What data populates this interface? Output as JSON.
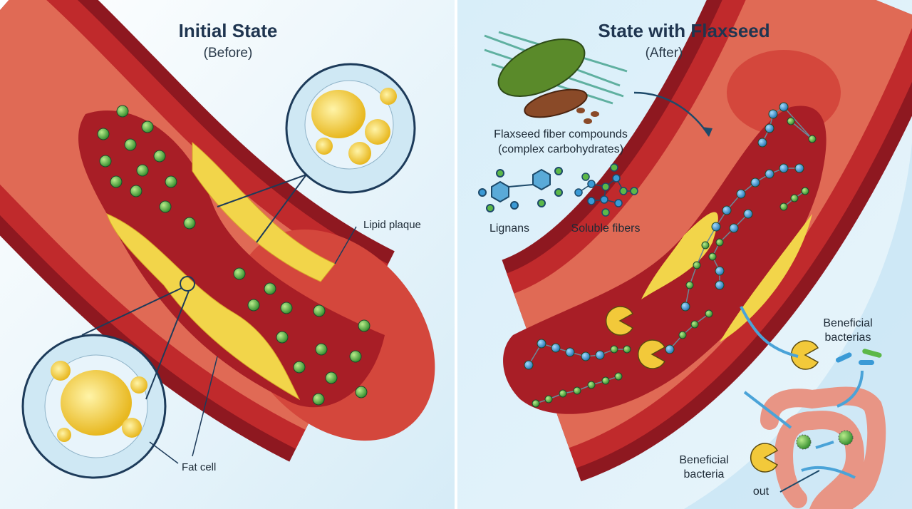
{
  "left_panel": {
    "title": "Initial State",
    "subtitle": "(Before)",
    "label_plaque": "Lipid plaque",
    "label_fat_cell": "Fat cell"
  },
  "right_panel": {
    "title": "State with Flaxseed",
    "subtitle": "(After)",
    "compounds_line1": "Flaxseed fiber compounds",
    "compounds_line2": "(complex carbohydrates)",
    "label_lignans": "Lignans",
    "label_soluble": "Soluble fibers",
    "label_bacterias_1": "Beneficial",
    "label_bacterias_2": "bacterias",
    "label_bacteria_1": "Beneficial",
    "label_bacteria_2": "bacteria",
    "label_out": "out"
  },
  "colors": {
    "vessel": "#b3202a",
    "vessel_inner": "#c8312f",
    "plaque": "#f2d54a",
    "green_particle": "#5cb848",
    "blue_particle": "#3a9ad6",
    "background": "#dcefF8"
  }
}
